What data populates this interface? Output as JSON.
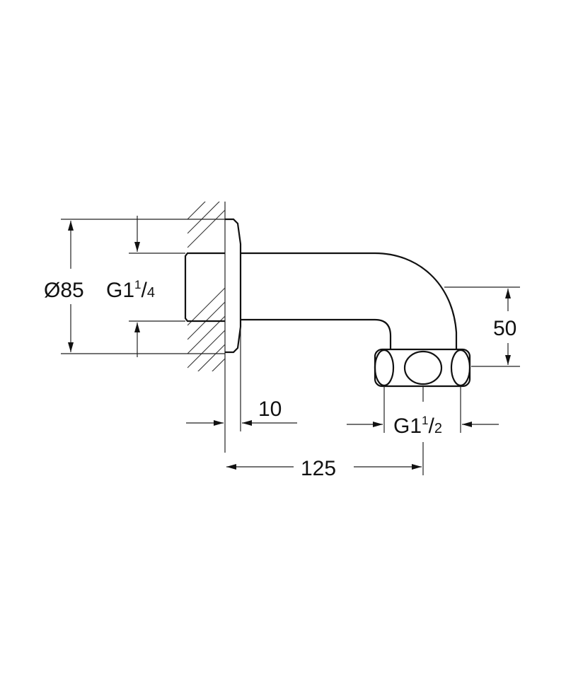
{
  "drawing": {
    "subject": "Wall spout technical drawing",
    "dimensions": {
      "flange_diameter": "Ø85",
      "inlet_thread_main": "G1",
      "inlet_thread_num": "1",
      "inlet_thread_den": "4",
      "outlet_offset": "50",
      "wall_gap": "10",
      "outlet_thread_main": "G1",
      "outlet_thread_num": "1",
      "outlet_thread_den": "2",
      "projection": "125"
    }
  }
}
